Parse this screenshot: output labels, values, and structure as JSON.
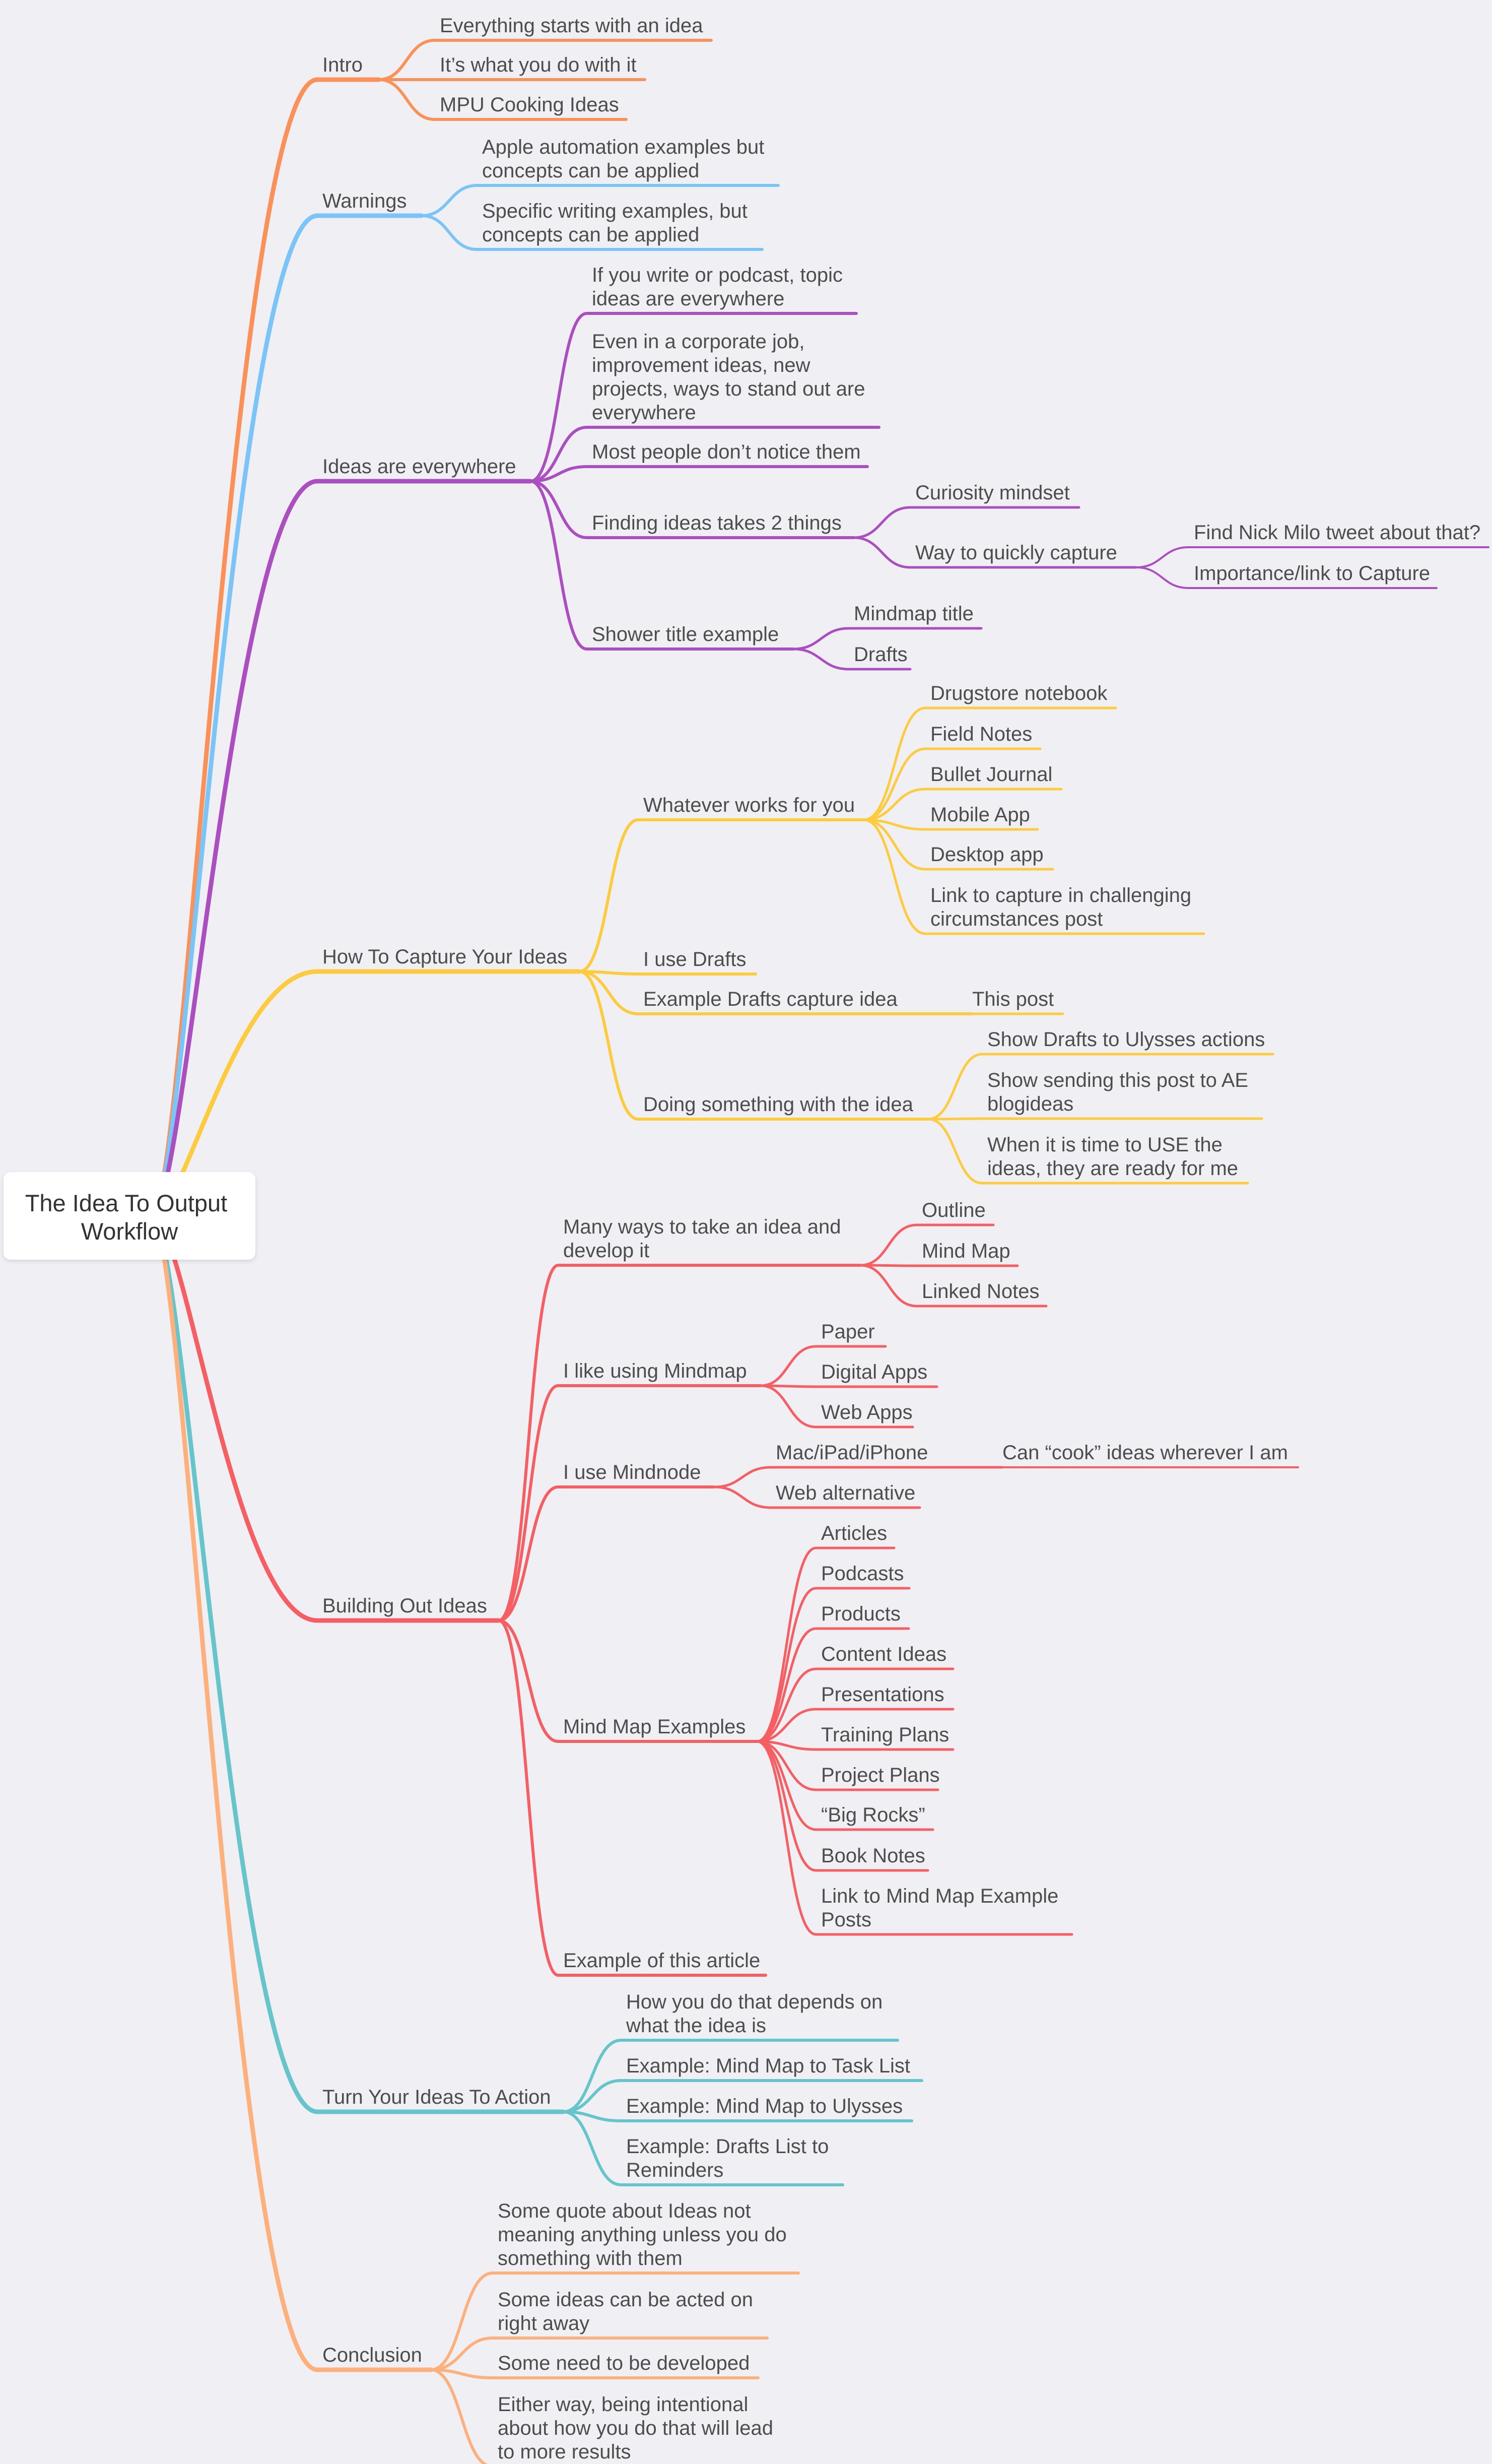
{
  "root": {
    "label": [
      "The Idea To Output",
      "Workflow"
    ]
  },
  "branches": [
    {
      "id": "intro",
      "label": [
        "Intro"
      ],
      "color": "#f99159",
      "children": [
        {
          "id": "intro-1",
          "label": [
            "Everything starts with an idea"
          ]
        },
        {
          "id": "intro-2",
          "label": [
            "It’s what you do with it"
          ]
        },
        {
          "id": "intro-3",
          "label": [
            "MPU Cooking Ideas"
          ]
        }
      ]
    },
    {
      "id": "warnings",
      "label": [
        "Warnings"
      ],
      "color": "#7ac4f8",
      "children": [
        {
          "id": "warn-1",
          "label": [
            "Apple automation examples but",
            "concepts can be applied"
          ]
        },
        {
          "id": "warn-2",
          "label": [
            "Specific writing examples, but",
            "concepts can be applied"
          ]
        }
      ]
    },
    {
      "id": "ideas",
      "label": [
        "Ideas are everywhere"
      ],
      "color": "#ab4fc0",
      "children": [
        {
          "id": "ideas-1",
          "label": [
            "If you write or podcast, topic",
            "ideas are everywhere"
          ]
        },
        {
          "id": "ideas-2",
          "label": [
            "Even in a corporate job,",
            "improvement ideas, new",
            "projects, ways to stand out are",
            "everywhere"
          ]
        },
        {
          "id": "ideas-3",
          "label": [
            "Most people don’t notice them"
          ]
        },
        {
          "id": "ideas-4",
          "label": [
            "Finding ideas takes 2 things"
          ],
          "children": [
            {
              "id": "ideas-4-1",
              "label": [
                "Curiosity mindset"
              ]
            },
            {
              "id": "ideas-4-2",
              "label": [
                "Way to quickly capture"
              ],
              "children": [
                {
                  "id": "ideas-4-2-1",
                  "label": [
                    "Find Nick Milo tweet about that?"
                  ]
                },
                {
                  "id": "ideas-4-2-2",
                  "label": [
                    "Importance/link to Capture"
                  ]
                }
              ]
            }
          ]
        },
        {
          "id": "ideas-5",
          "label": [
            "Shower title example"
          ],
          "children": [
            {
              "id": "ideas-5-1",
              "label": [
                "Mindmap title"
              ]
            },
            {
              "id": "ideas-5-2",
              "label": [
                "Drafts"
              ]
            }
          ]
        }
      ]
    },
    {
      "id": "capture",
      "label": [
        "How To Capture Your Ideas"
      ],
      "color": "#fccb3e",
      "children": [
        {
          "id": "cap-1",
          "label": [
            "Whatever works for you"
          ],
          "children": [
            {
              "id": "cap-1-1",
              "label": [
                "Drugstore notebook"
              ]
            },
            {
              "id": "cap-1-2",
              "label": [
                "Field Notes"
              ]
            },
            {
              "id": "cap-1-3",
              "label": [
                "Bullet Journal"
              ]
            },
            {
              "id": "cap-1-4",
              "label": [
                "Mobile App"
              ]
            },
            {
              "id": "cap-1-5",
              "label": [
                "Desktop app"
              ]
            },
            {
              "id": "cap-1-6",
              "label": [
                "Link to capture in challenging",
                "circumstances post"
              ]
            }
          ]
        },
        {
          "id": "cap-2",
          "label": [
            "I use Drafts"
          ]
        },
        {
          "id": "cap-3",
          "label": [
            "Example Drafts capture idea"
          ],
          "children": [
            {
              "id": "cap-3-1",
              "label": [
                "This post"
              ]
            }
          ]
        },
        {
          "id": "cap-4",
          "label": [
            "Doing something with the idea"
          ],
          "children": [
            {
              "id": "cap-4-1",
              "label": [
                "Show Drafts to Ulysses actions"
              ]
            },
            {
              "id": "cap-4-2",
              "label": [
                "Show sending this post to AE",
                "blogideas"
              ]
            },
            {
              "id": "cap-4-3",
              "label": [
                "When it is time to USE the",
                "ideas, they are ready for me"
              ]
            }
          ]
        }
      ]
    },
    {
      "id": "build",
      "label": [
        "Building Out Ideas"
      ],
      "color": "#f55f64",
      "children": [
        {
          "id": "build-1",
          "label": [
            "Many ways to take an idea and",
            "develop it"
          ],
          "children": [
            {
              "id": "build-1-1",
              "label": [
                "Outline"
              ]
            },
            {
              "id": "build-1-2",
              "label": [
                "Mind Map"
              ]
            },
            {
              "id": "build-1-3",
              "label": [
                "Linked Notes"
              ]
            }
          ]
        },
        {
          "id": "build-2",
          "label": [
            "I like using Mindmap"
          ],
          "children": [
            {
              "id": "build-2-1",
              "label": [
                "Paper"
              ]
            },
            {
              "id": "build-2-2",
              "label": [
                "Digital Apps"
              ]
            },
            {
              "id": "build-2-3",
              "label": [
                "Web Apps"
              ]
            }
          ]
        },
        {
          "id": "build-3",
          "label": [
            "I use Mindnode"
          ],
          "children": [
            {
              "id": "build-3-1",
              "label": [
                "Mac/iPad/iPhone"
              ],
              "children": [
                {
                  "id": "build-3-1-1",
                  "label": [
                    "Can “cook” ideas wherever I am"
                  ]
                }
              ]
            },
            {
              "id": "build-3-2",
              "label": [
                "Web alternative"
              ]
            }
          ]
        },
        {
          "id": "build-4",
          "label": [
            "Mind Map Examples"
          ],
          "children": [
            {
              "id": "build-4-1",
              "label": [
                "Articles"
              ]
            },
            {
              "id": "build-4-2",
              "label": [
                "Podcasts"
              ]
            },
            {
              "id": "build-4-3",
              "label": [
                "Products"
              ]
            },
            {
              "id": "build-4-4",
              "label": [
                "Content Ideas"
              ]
            },
            {
              "id": "build-4-5",
              "label": [
                "Presentations"
              ]
            },
            {
              "id": "build-4-6",
              "label": [
                "Training Plans"
              ]
            },
            {
              "id": "build-4-7",
              "label": [
                "Project Plans"
              ]
            },
            {
              "id": "build-4-8",
              "label": [
                "“Big Rocks”"
              ]
            },
            {
              "id": "build-4-9",
              "label": [
                "Book Notes"
              ]
            },
            {
              "id": "build-4-10",
              "label": [
                "Link to Mind Map Example",
                "Posts"
              ]
            }
          ]
        },
        {
          "id": "build-5",
          "label": [
            "Example of this article"
          ]
        }
      ]
    },
    {
      "id": "action",
      "label": [
        "Turn Your Ideas To Action"
      ],
      "color": "#66c5cb",
      "children": [
        {
          "id": "act-1",
          "label": [
            "How you do that depends on",
            "what the idea is"
          ]
        },
        {
          "id": "act-2",
          "label": [
            "Example: Mind Map to Task List"
          ]
        },
        {
          "id": "act-3",
          "label": [
            "Example: Mind Map to Ulysses"
          ]
        },
        {
          "id": "act-4",
          "label": [
            "Example: Drafts List to",
            "Reminders"
          ]
        }
      ]
    },
    {
      "id": "conclusion",
      "label": [
        "Conclusion"
      ],
      "color": "#fcb07c",
      "children": [
        {
          "id": "con-1",
          "label": [
            "Some quote about Ideas not",
            "meaning anything unless you do",
            "something with them"
          ]
        },
        {
          "id": "con-2",
          "label": [
            "Some ideas can be acted on",
            "right away"
          ]
        },
        {
          "id": "con-3",
          "label": [
            "Some need to be developed"
          ]
        },
        {
          "id": "con-4",
          "label": [
            "Either way, being intentional",
            "about how you do that will lead",
            "to more results"
          ]
        }
      ]
    }
  ]
}
